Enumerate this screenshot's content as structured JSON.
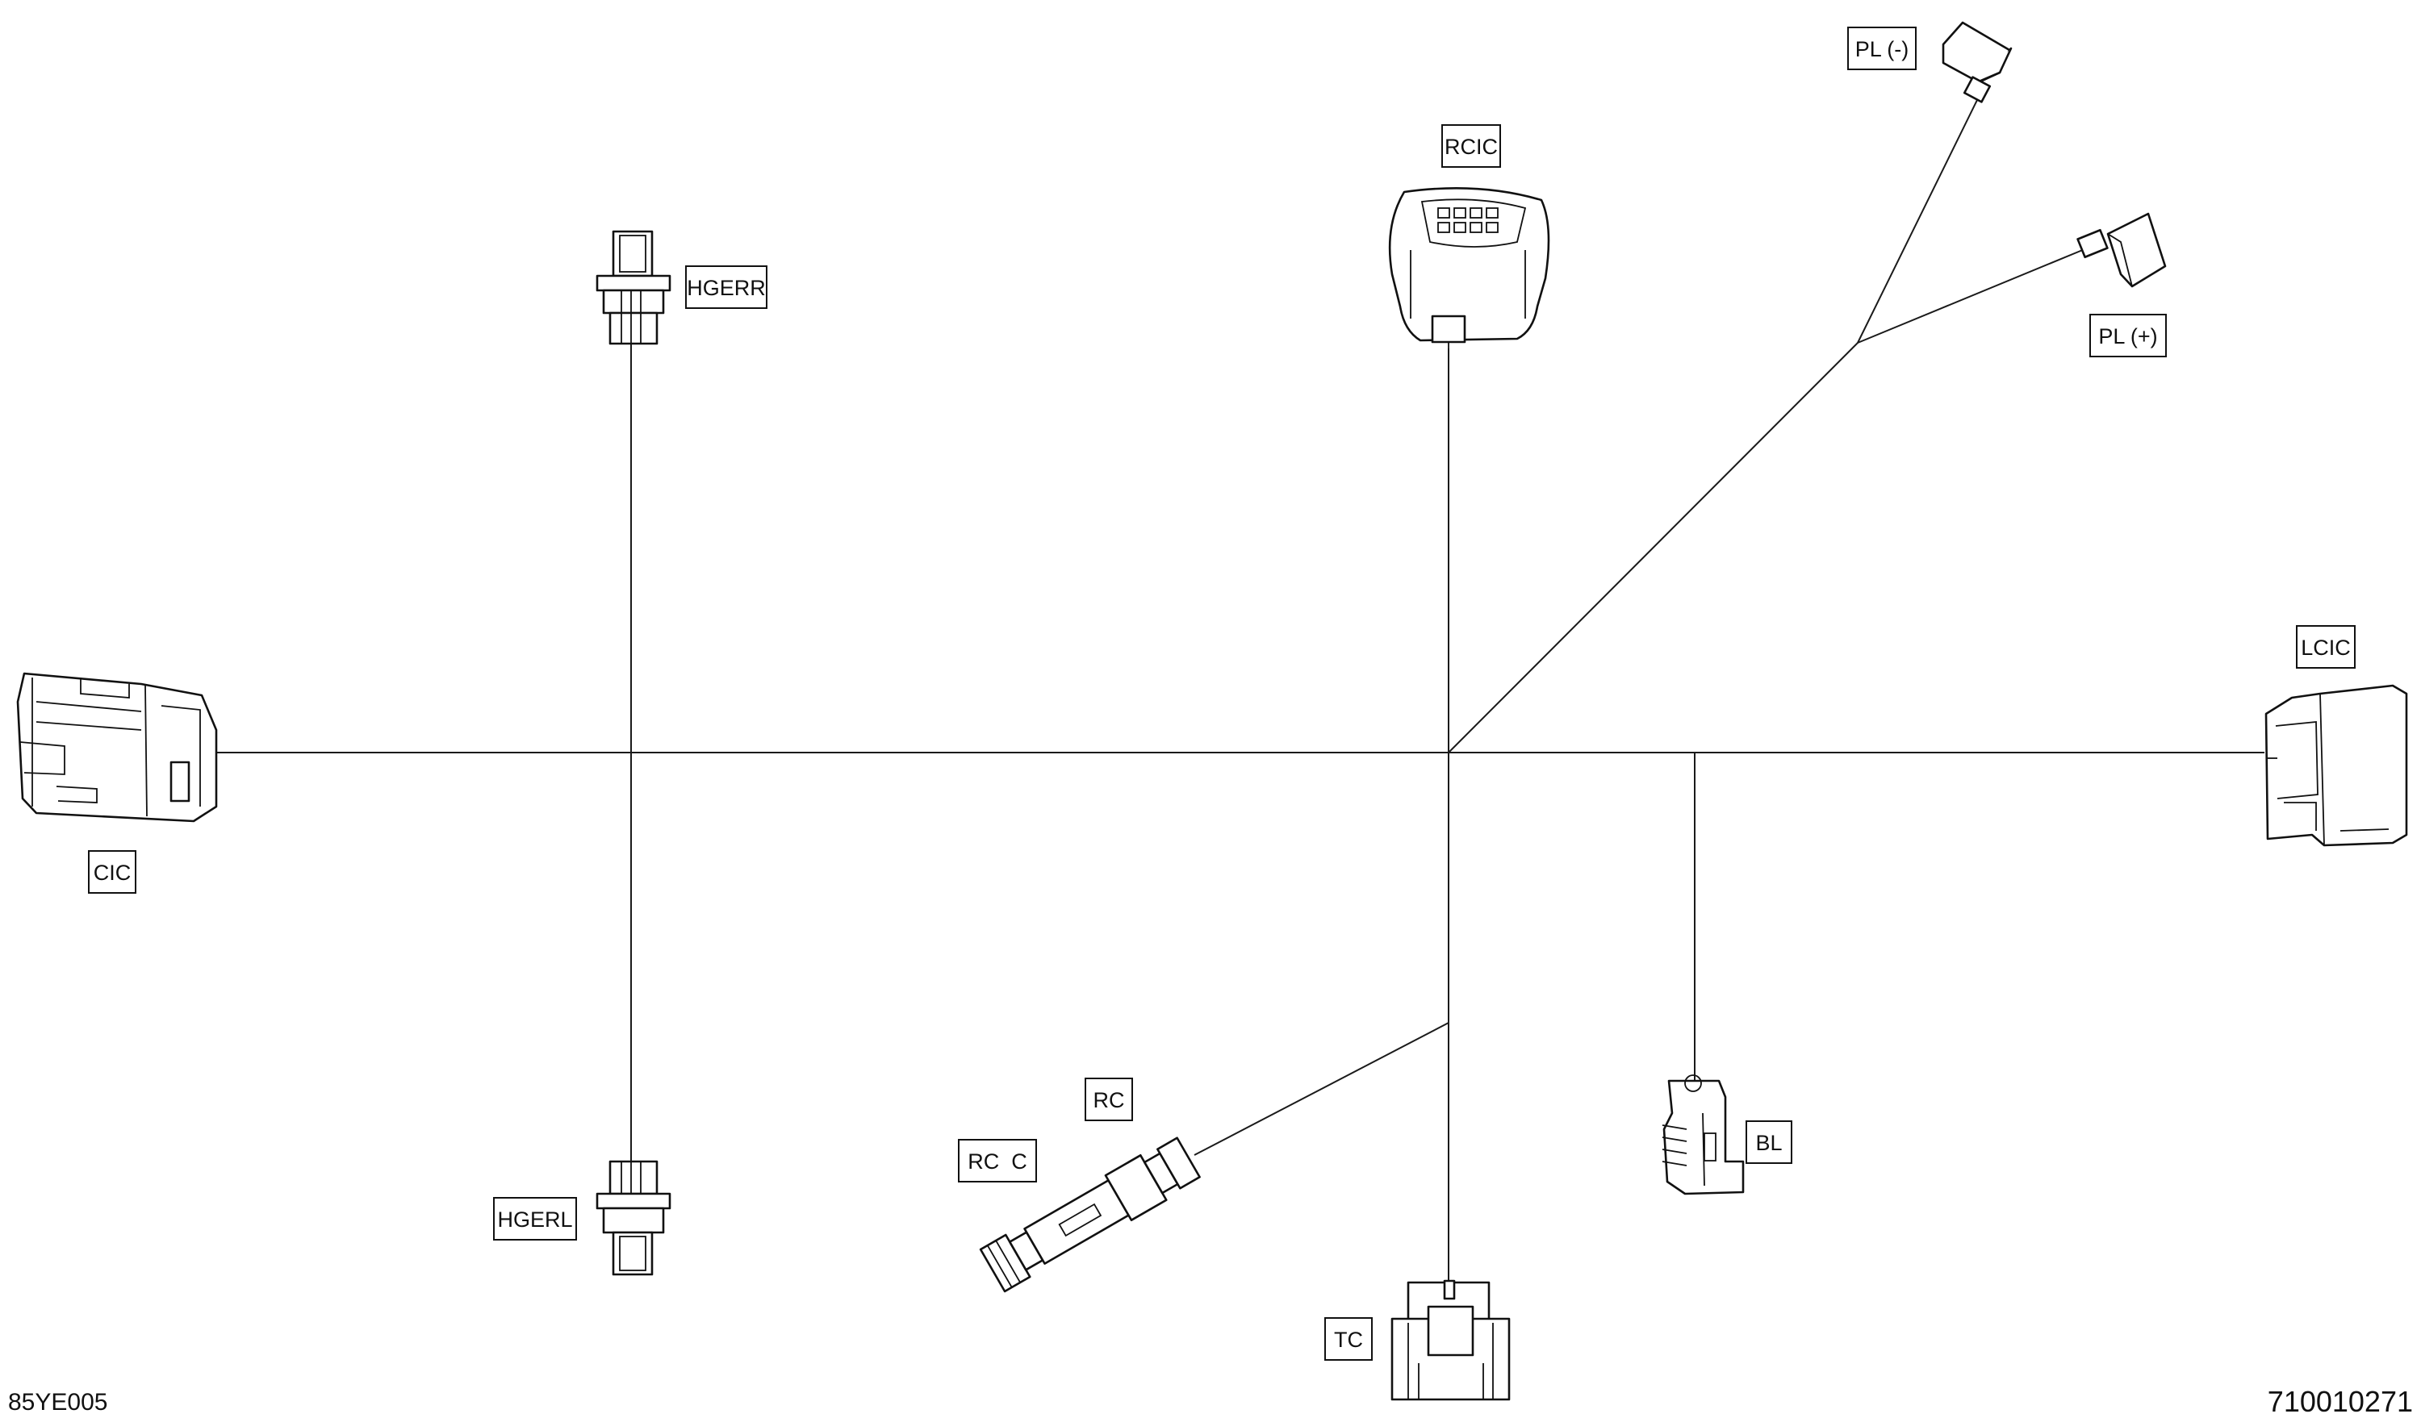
{
  "labels": {
    "pl_minus": "PL (-)",
    "rcic": "RCIC",
    "hgerr": "HGERR",
    "pl_plus": "PL (+)",
    "lcic": "LCIC",
    "cic": "CIC",
    "rc": "RC",
    "rc_c": "RC  C",
    "bl": "BL",
    "hgerl": "HGERL",
    "tc": "TC"
  },
  "footer": {
    "figure_code": "85YE005",
    "part_number": "710010271"
  }
}
